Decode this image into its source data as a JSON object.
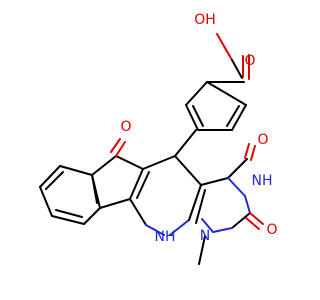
{
  "atoms": {
    "carboxyl_oh": {
      "text": "OH",
      "color": "#e00000"
    },
    "carboxyl_o": {
      "text": "O",
      "color": "#e00000"
    },
    "ketone_o": {
      "text": "O",
      "color": "#e00000"
    },
    "upper_o": {
      "text": "O",
      "color": "#e00000"
    },
    "lower_o": {
      "text": "O",
      "color": "#e00000"
    },
    "nh_imide": {
      "text": "NH",
      "color": "#1f2ad6"
    },
    "nh_ring": {
      "text": "NH",
      "color": "#1f2ad6"
    },
    "n_methyl": {
      "text": "N",
      "color": "#1f2ad6"
    }
  }
}
